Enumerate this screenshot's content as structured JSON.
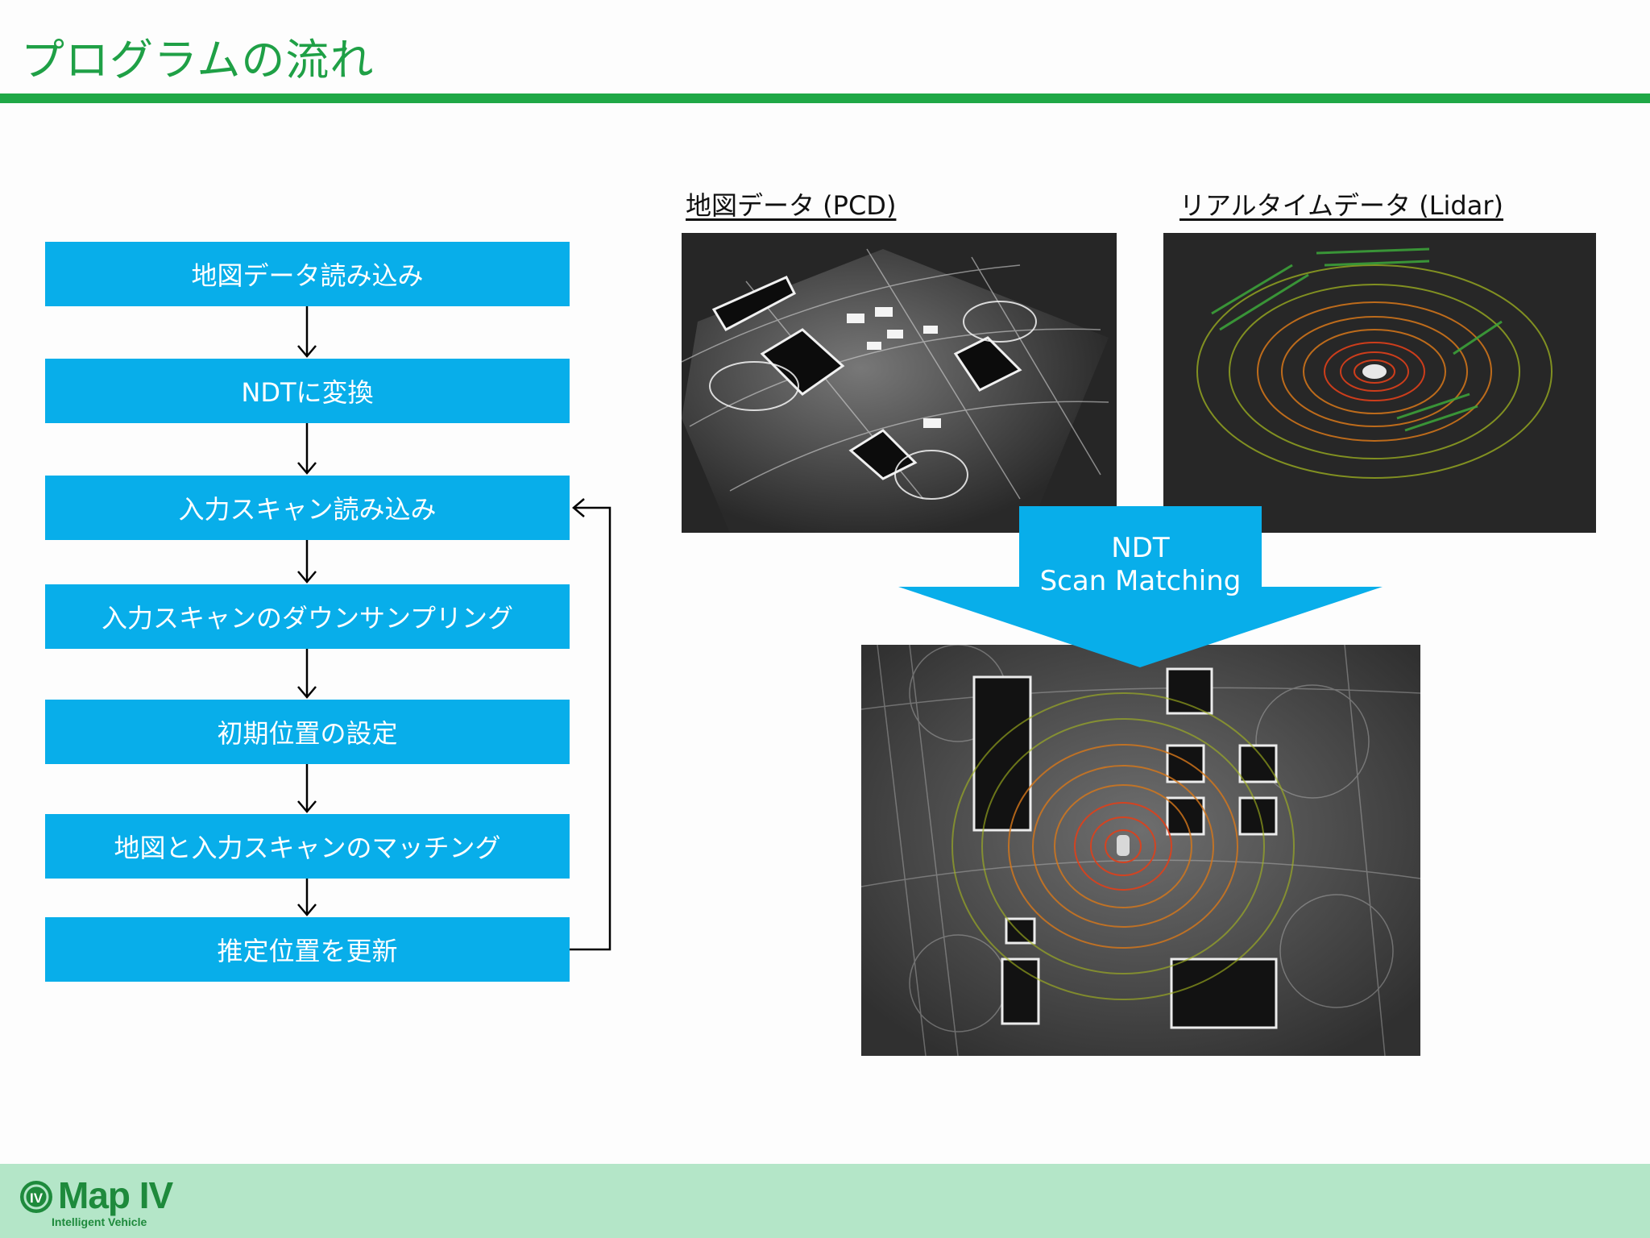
{
  "slide": {
    "title": "プログラムの流れ"
  },
  "flow": {
    "steps": [
      "地図データ読み込み",
      "NDTに変換",
      "入力スキャン読み込み",
      "入力スキャンのダウンサンプリング",
      "初期位置の設定",
      "地図と入力スキャンのマッチング",
      "推定位置を更新"
    ]
  },
  "images": {
    "map_caption": "地図データ (PCD)",
    "lidar_caption": "リアルタイムデータ (Lidar)"
  },
  "arrow": {
    "line1": "NDT",
    "line2": "Scan Matching"
  },
  "footer": {
    "logo_text": "Map IV",
    "logo_mark": "IV",
    "logo_tagline": "Intelligent Vehicle"
  },
  "colors": {
    "accent_green": "#1fa846",
    "flow_blue": "#08aeea",
    "footer_bg": "#b4e6c8"
  }
}
